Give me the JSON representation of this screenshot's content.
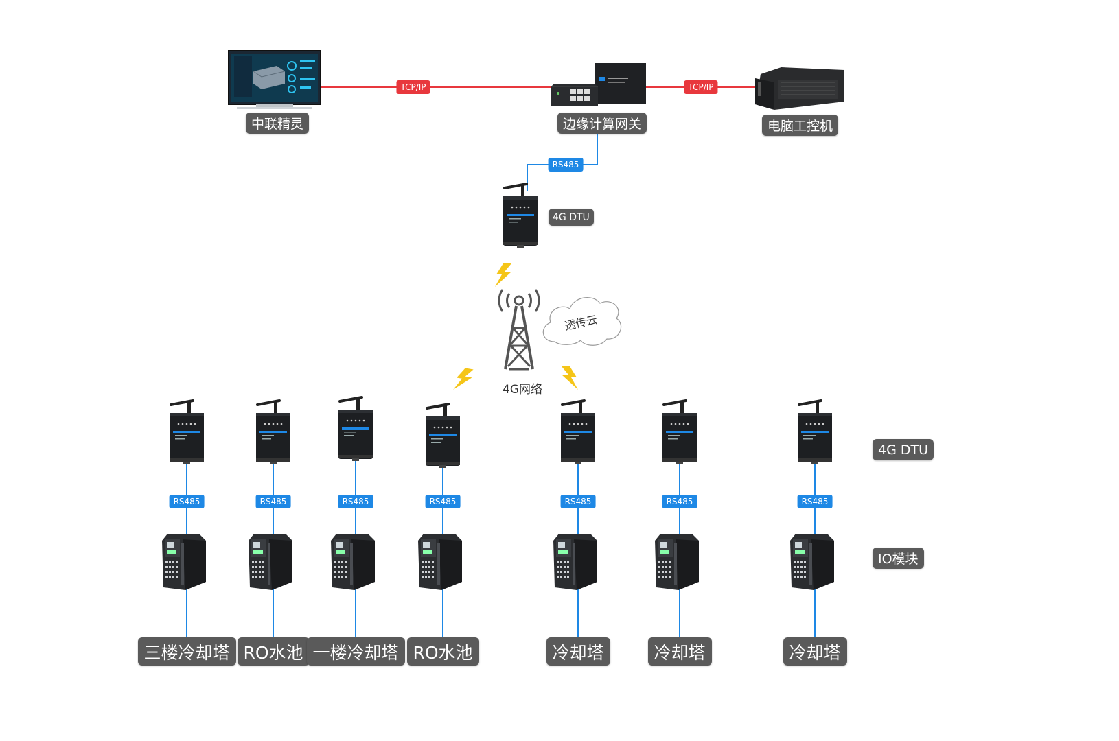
{
  "top": {
    "monitor_label": "中联精灵",
    "gateway_label": "边缘计算网关",
    "ipc_label": "电脑工控机",
    "link_left": "TCP/IP",
    "link_right": "TCP/IP",
    "gateway_dtu_link": "RS485",
    "dtu_label": "4G DTU"
  },
  "network": {
    "tower_label": "4G网络",
    "cloud_label": "透传云"
  },
  "legend": {
    "dtu": "4G DTU",
    "io": "IO模块"
  },
  "colors": {
    "ethernet": "#e8383d",
    "rs485": "#1e88e5",
    "label_bg": "#5a5a5a",
    "lightning": "#f5c518"
  },
  "nodes": [
    {
      "rs485": "RS485",
      "label": "三楼冷却塔"
    },
    {
      "rs485": "RS485",
      "label": "RO水池"
    },
    {
      "rs485": "RS485",
      "label": "一楼冷却塔"
    },
    {
      "rs485": "RS485",
      "label": "RO水池"
    },
    {
      "rs485": "RS485",
      "label": "冷却塔"
    },
    {
      "rs485": "RS485",
      "label": "冷却塔"
    },
    {
      "rs485": "RS485",
      "label": "冷却塔"
    }
  ]
}
